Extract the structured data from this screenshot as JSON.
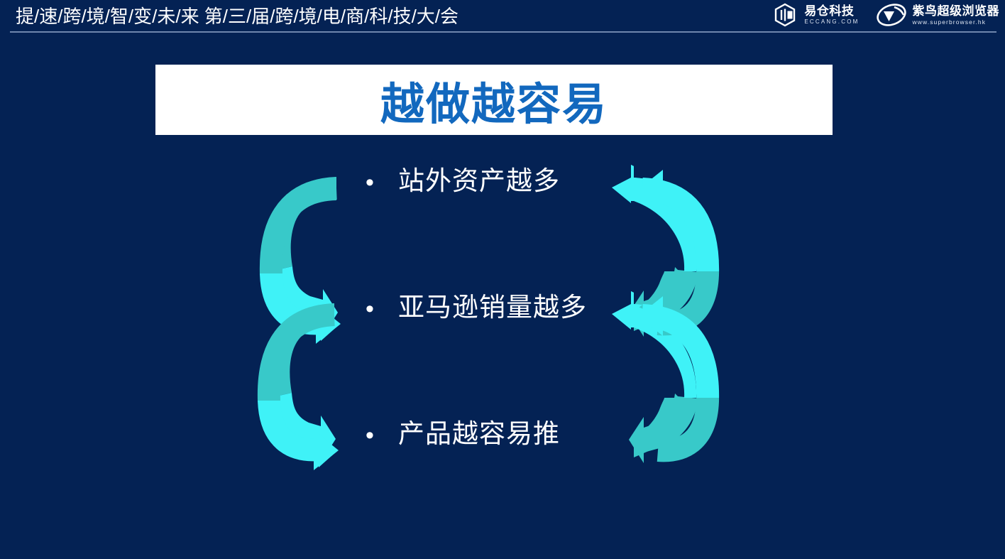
{
  "header": {
    "title": "提/速/跨/境/智/变/未/来  第/三/届/跨/境/电/商/科/技/大/会",
    "logos": [
      {
        "name": "eccang",
        "cn": "易仓科技",
        "url": "ECCANG.COM"
      },
      {
        "name": "superbrowser",
        "cn": "紫鸟超级浏览器",
        "url": "www.superbrowser.hk"
      }
    ]
  },
  "title": {
    "text": "越做越容易"
  },
  "bullets": [
    {
      "marker": "•",
      "label": "站外资产越多"
    },
    {
      "marker": "•",
      "label": "亚马逊销量越多"
    },
    {
      "marker": "•",
      "label": "产品越容易推"
    }
  ],
  "colors": {
    "background": "#042254",
    "title_text": "#1268be",
    "title_panel": "#ffffff",
    "arrow_cyan": "#3ff2f7",
    "arrow_teal": "#38c9c9",
    "divider": "#6f86ad",
    "body_text": "#ffffff"
  },
  "arrows": [
    {
      "name": "left-upper-cycle-arrow",
      "direction": "right",
      "side": "left"
    },
    {
      "name": "left-lower-cycle-arrow",
      "direction": "right",
      "side": "left"
    },
    {
      "name": "right-upper-cycle-arrow",
      "direction": "left",
      "side": "right"
    },
    {
      "name": "right-lower-cycle-arrow",
      "direction": "left",
      "side": "right"
    }
  ]
}
